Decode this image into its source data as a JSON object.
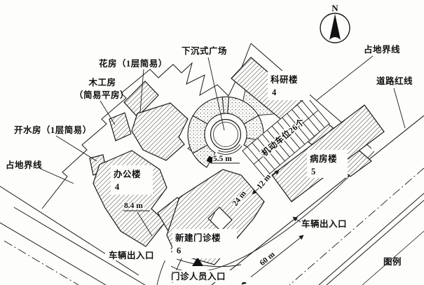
{
  "colors": {
    "ink": "#1a1a1a",
    "paper": "#fdfdfb"
  },
  "compass": {
    "label": "N"
  },
  "labels": {
    "flower_house": "花房（1层简易）",
    "wood_workshop_1": "木工房",
    "wood_workshop_2": "（简易平房）",
    "boiler_room": "开水房（1层简易）",
    "site_boundary_left": "占地界线",
    "site_boundary_right": "占地界线",
    "road_red_line": "道路红线",
    "sunken_plaza": "下沉式广场",
    "parking": "机动车位26个",
    "legend": "图例",
    "vehicle_entrance_left": "车辆出入口",
    "vehicle_entrance_right": "车辆出入口",
    "outpatient_entrance": "门诊人员入口"
  },
  "buildings": {
    "office": {
      "name": "办公楼",
      "floors": "4"
    },
    "research": {
      "name": "科研楼",
      "floors": "4"
    },
    "ward": {
      "name": "病房楼",
      "floors": "5"
    },
    "outpatient": {
      "name": "新建门诊楼",
      "floors": "6"
    }
  },
  "dimensions": {
    "plaza": "5.5 m",
    "office_gap": "8.4 m",
    "outpatient_wing": "24 m",
    "ward_gap": "12 m",
    "frontage": "60 m"
  }
}
